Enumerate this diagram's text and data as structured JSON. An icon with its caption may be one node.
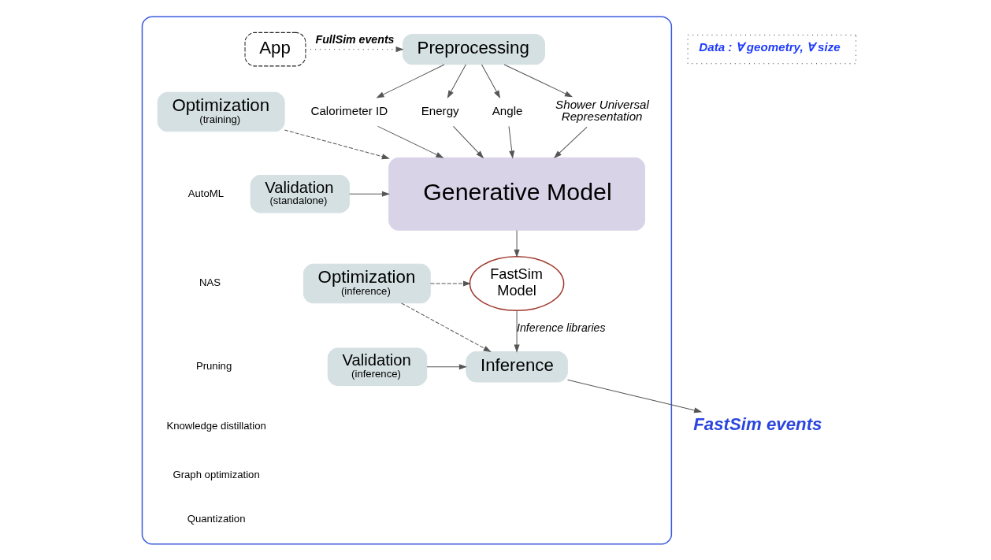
{
  "diagram": {
    "nodes": [
      {
        "text": [],
        "shape": "box"
      },
      {
        "text": [
          "Data : ∀ geometry, ∀ size"
        ]
      },
      {
        "text": [
          "Preprocessing"
        ],
        "in": 0
      },
      {
        "text": [
          "App"
        ],
        "in": 0
      },
      {
        "text": [
          "Shower Universal Representation"
        ],
        "in": 0
      },
      {
        "text": [
          "Calorimeter ID"
        ],
        "in": 0
      },
      {
        "text": [
          "Energy"
        ],
        "in": 0
      },
      {
        "text": [
          "Angle"
        ],
        "in": 0
      },
      {
        "text": [
          "Optimization",
          "(training)"
        ],
        "in": 0
      },
      {
        "text": [
          "Validation",
          "(standalone)"
        ],
        "in": 0
      },
      {
        "text": [
          "Generative Model"
        ],
        "in": 0
      },
      {
        "text": [
          "Optimization",
          "(inference)"
        ],
        "in": 0
      },
      {
        "text": [
          "FastSim Model"
        ],
        "in": 0
      },
      {
        "text": [
          "Validation",
          "(inference)"
        ],
        "in": 0
      },
      {
        "text": [
          "Inference"
        ],
        "in": 0
      },
      {
        "text": [
          "FastSim events"
        ]
      }
    ],
    "edges": [
      {
        "from": 3,
        "to": 2,
        "arrow": "to",
        "label": "FullSim events",
        "style": "dashed"
      },
      {
        "from": 2,
        "to": 4,
        "arrow": "to"
      },
      {
        "from": 2,
        "to": 5,
        "arrow": "to"
      },
      {
        "from": 2,
        "to": 6,
        "arrow": "to"
      },
      {
        "from": 2,
        "to": 7,
        "arrow": "to"
      },
      {
        "from": 4,
        "to": 10,
        "arrow": "to"
      },
      {
        "from": 5,
        "to": 10,
        "arrow": "to"
      },
      {
        "from": 6,
        "to": 10,
        "arrow": "to"
      },
      {
        "from": 7,
        "to": 10,
        "arrow": "to"
      },
      {
        "from": 9,
        "to": 10,
        "arrow": "to"
      },
      {
        "from": 8,
        "to": 10,
        "arrow": "to",
        "style": "dashed"
      },
      {
        "from": 10,
        "to": 12,
        "arrow": "to"
      },
      {
        "from": 11,
        "to": 12,
        "arrow": "to",
        "style": "dashed"
      },
      {
        "from": 12,
        "to": 14,
        "arrow": "to",
        "label": "Inference libraries"
      },
      {
        "from": 13,
        "to": 14,
        "arrow": "to"
      },
      {
        "from": 11,
        "to": 14,
        "arrow": "to",
        "style": "dashed"
      },
      {
        "from": 14,
        "to": 15,
        "arrow": "to"
      }
    ],
    "labels": [
      "AutoML",
      "NAS",
      "Pruning",
      "Knowledge distillation",
      "Graph optimization",
      "Quantization"
    ]
  }
}
